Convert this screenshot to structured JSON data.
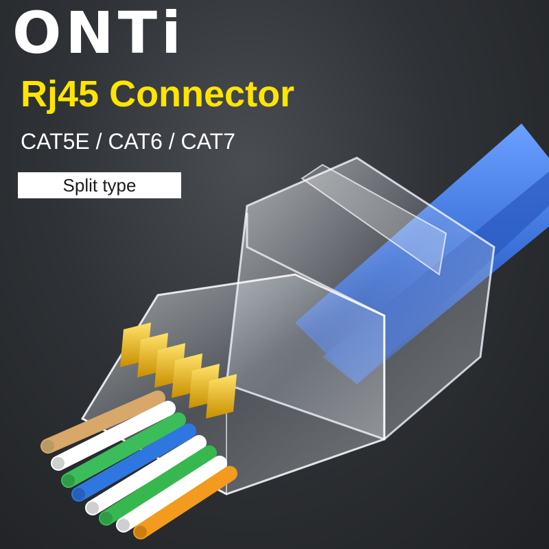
{
  "brand": {
    "name": "ONTi"
  },
  "headline": "Rj45 Connector",
  "subhead": "CAT5E / CAT6 / CAT7",
  "tag": "Split type",
  "colors": {
    "headline": "#ffe500",
    "brand": "#ffffff",
    "cable": "#3a6fd8",
    "contacts": "#e8b400"
  }
}
